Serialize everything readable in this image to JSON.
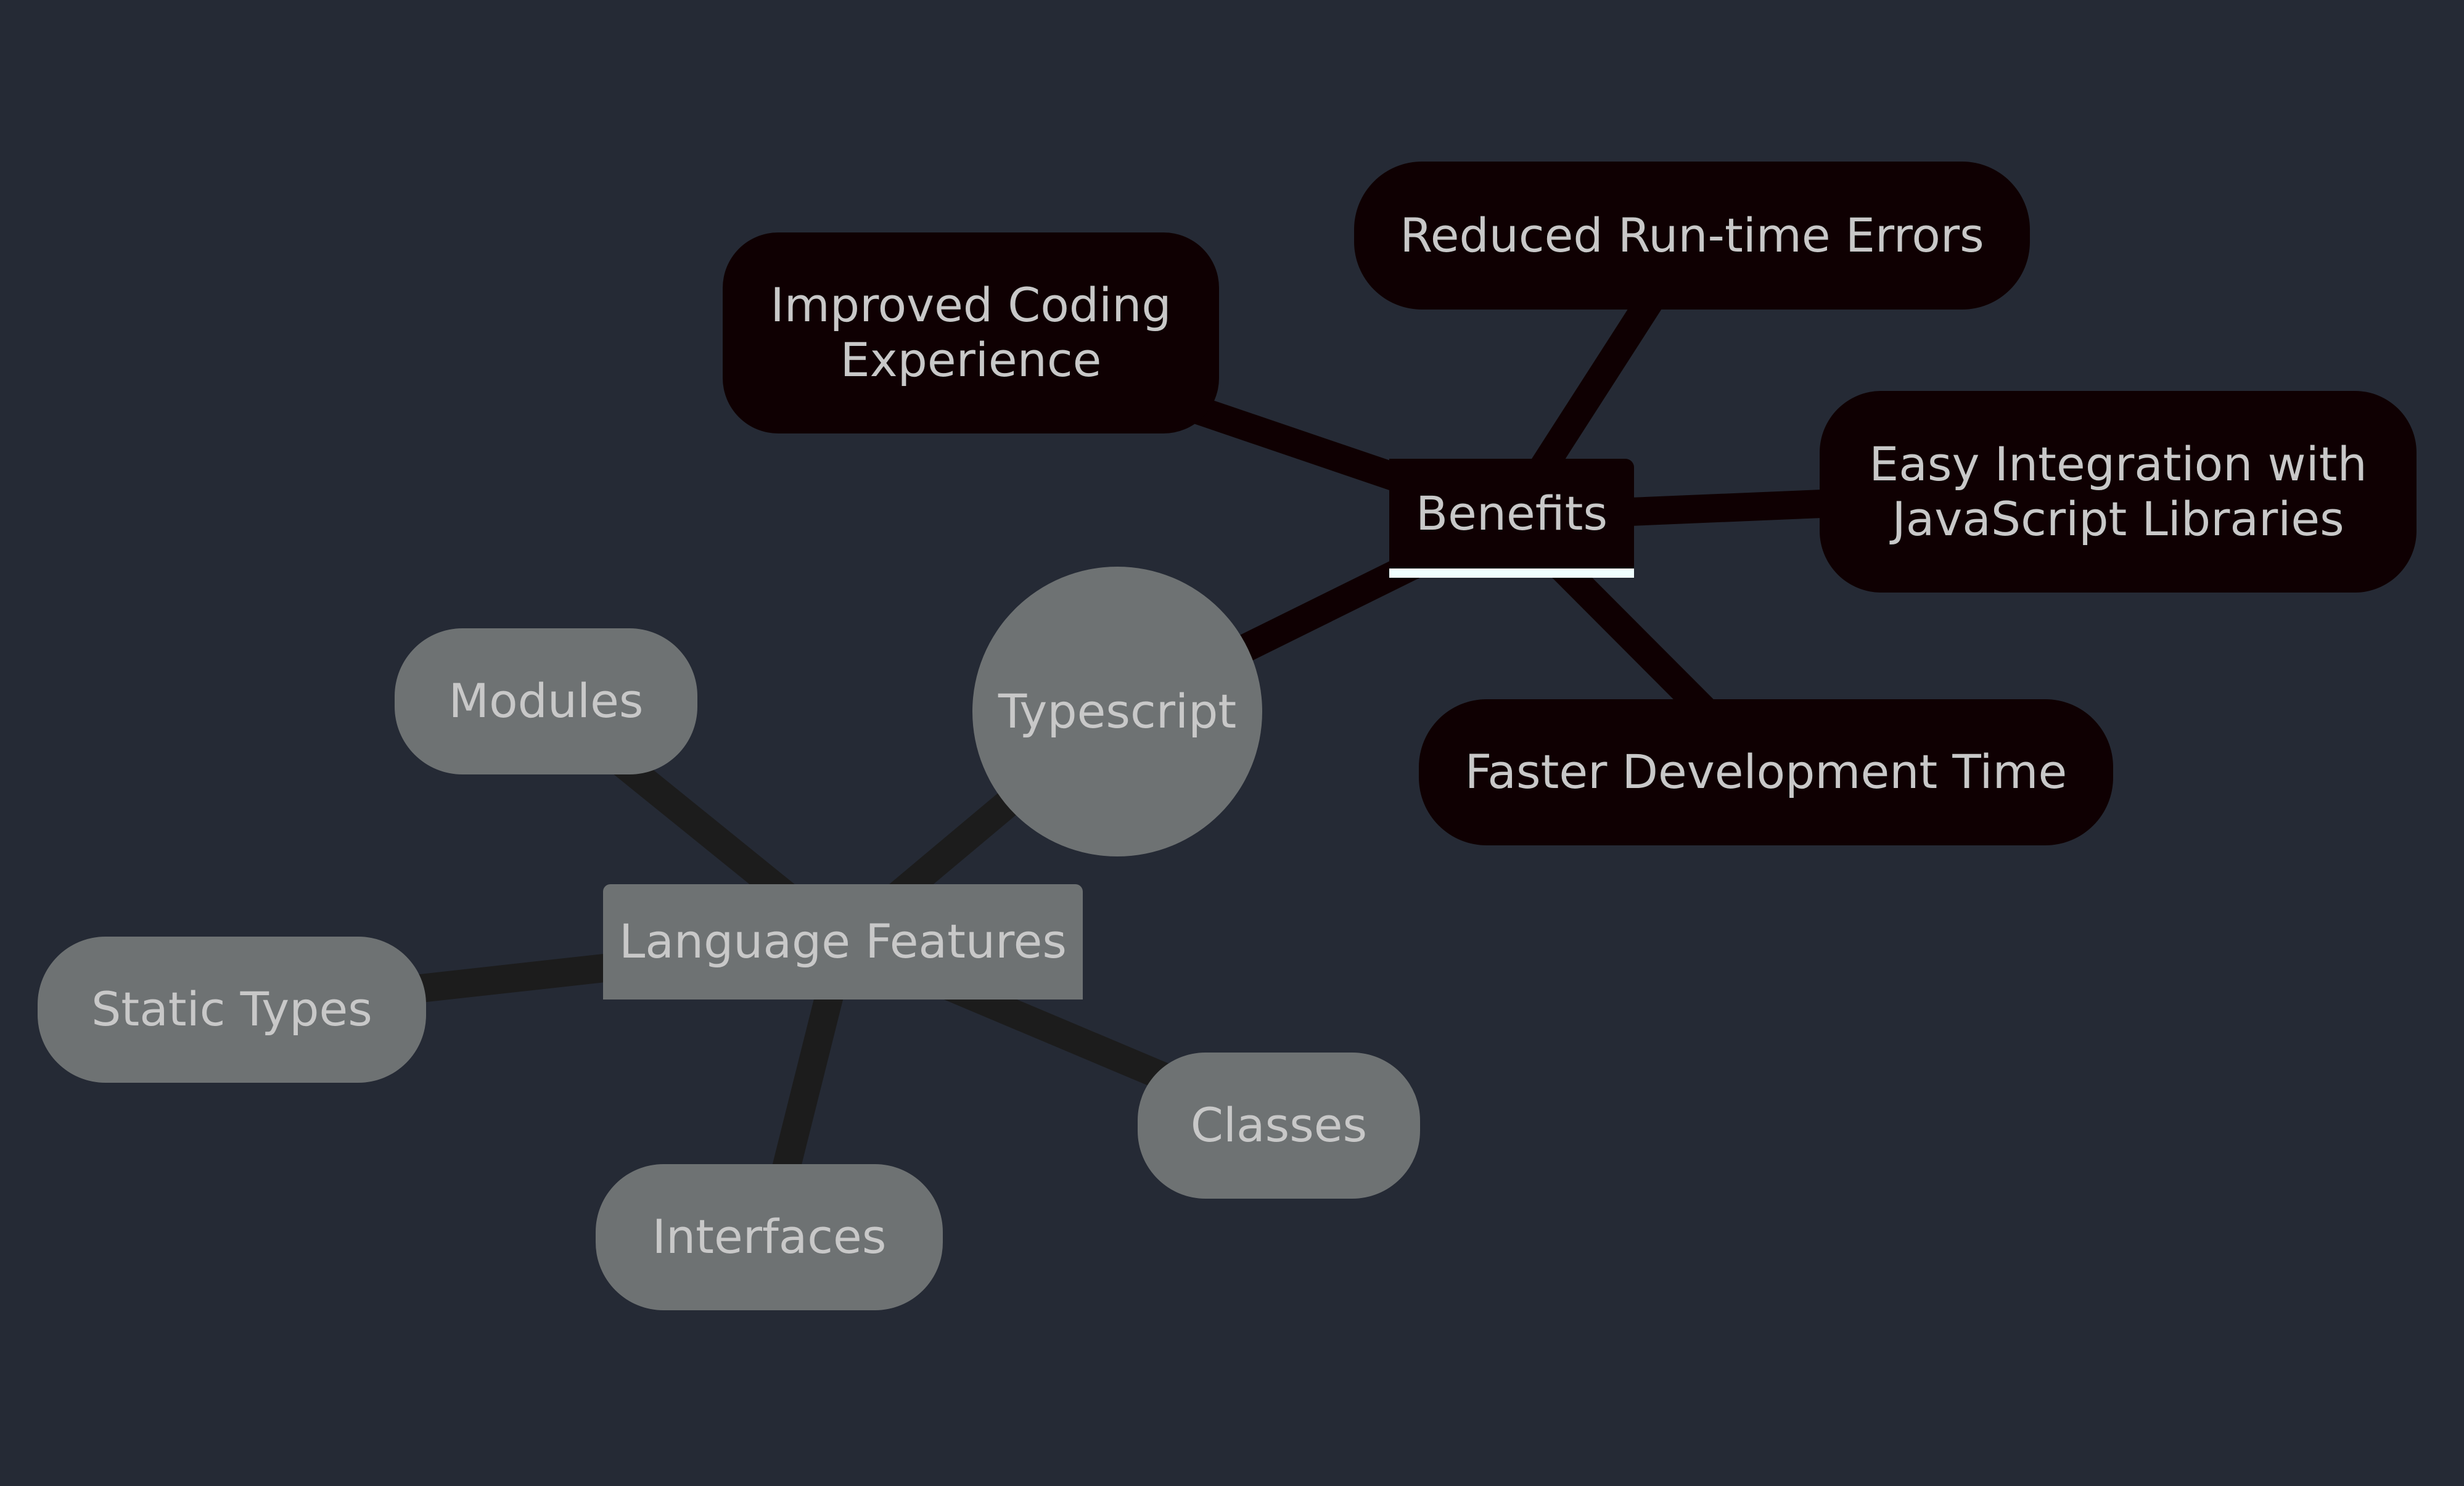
{
  "diagram": {
    "type": "mindmap",
    "root": {
      "id": "typescript",
      "label": "Typescript"
    },
    "branches": [
      {
        "id": "benefits",
        "label": "Benefits",
        "children": [
          {
            "id": "improved-coding",
            "label": "Improved Coding Experience",
            "lines": [
              "Improved Coding",
              "Experience"
            ]
          },
          {
            "id": "reduced-errors",
            "label": "Reduced Run-time Errors",
            "lines": [
              "Reduced Run-time Errors"
            ]
          },
          {
            "id": "easy-integration",
            "label": "Easy Integration with JavaScript Libraries",
            "lines": [
              "Easy Integration with",
              "JavaScript Libraries"
            ]
          },
          {
            "id": "faster-dev",
            "label": "Faster Development Time",
            "lines": [
              "Faster Development Time"
            ]
          }
        ]
      },
      {
        "id": "language-features",
        "label": "Language Features",
        "children": [
          {
            "id": "modules",
            "label": "Modules",
            "lines": [
              "Modules"
            ]
          },
          {
            "id": "static-types",
            "label": "Static Types",
            "lines": [
              "Static Types"
            ]
          },
          {
            "id": "interfaces",
            "label": "Interfaces",
            "lines": [
              "Interfaces"
            ]
          },
          {
            "id": "classes",
            "label": "Classes",
            "lines": [
              "Classes"
            ]
          }
        ]
      }
    ]
  },
  "colors": {
    "background": "#252a35",
    "gray_node": "#6e7273",
    "dark_node": "#0f0002",
    "gray_edge": "#1c1c1c",
    "dark_edge": "#0f0002",
    "text": "#c8c8c8",
    "selection_underline": "#f0ffff"
  },
  "selected_node": "benefits"
}
